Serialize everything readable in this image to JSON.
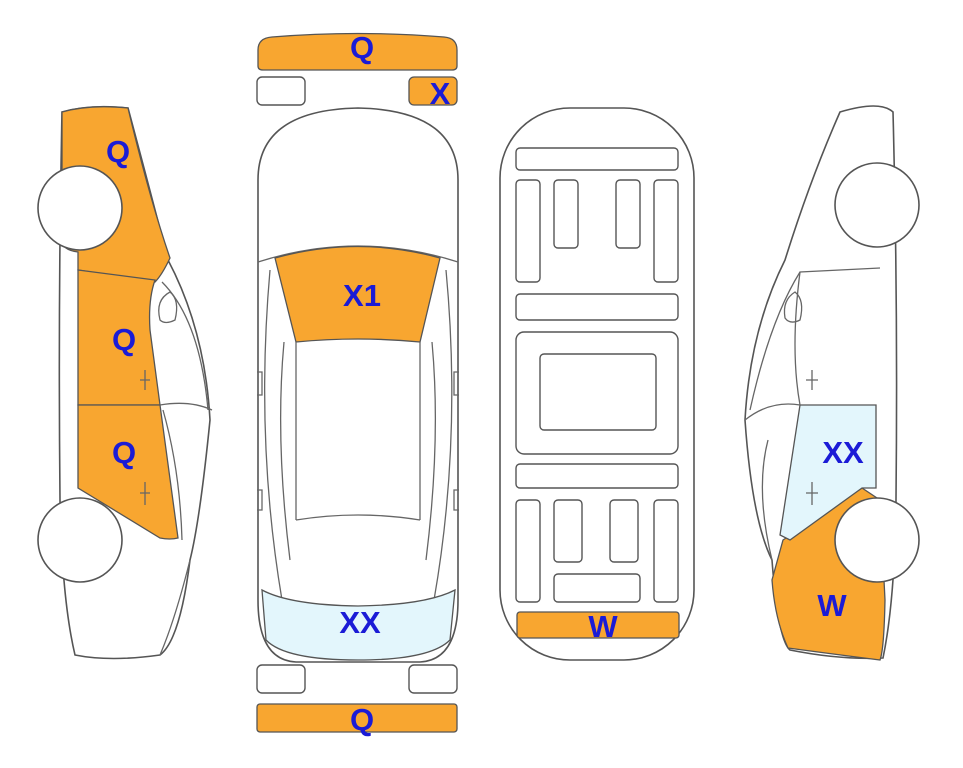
{
  "colors": {
    "damage_orange": "#f8a630",
    "damage_light_blue": "#e3f6fc",
    "label_blue": "#1b1bd6",
    "outline": "#555555"
  },
  "labels": {
    "front_bumper": "Q",
    "hood_small": "X",
    "left_front_fender": "Q",
    "left_front_door": "Q",
    "left_rear_door": "Q",
    "windshield": "X1",
    "rear_window": "XX",
    "underbody_rear": "W",
    "right_rear_door": "XX",
    "right_rear_quarter": "W",
    "rear_bumper": "Q"
  }
}
